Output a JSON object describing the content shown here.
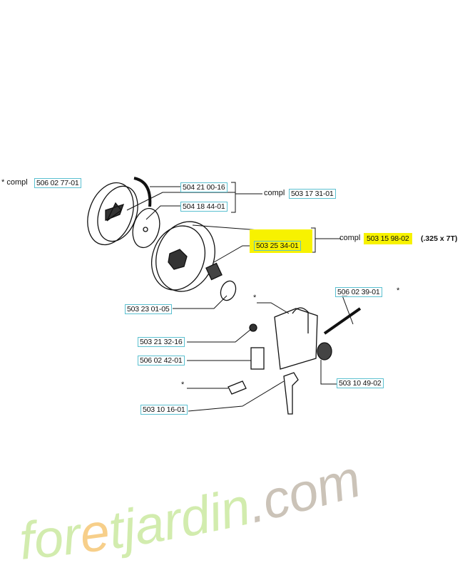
{
  "parts": {
    "clutch_compl_prefix": "* compl",
    "clutch_compl": "506 02 77-01",
    "spring": "504 21 00-16",
    "plate": "504 18 44-01",
    "group1_compl_prefix": "compl",
    "group1_compl": "503 17 31-01",
    "needle_bearing": "503 25 34-01",
    "drum_compl_prefix": "compl",
    "drum_compl": "503 15 98-02",
    "drum_spec": "(.325 x 7T)",
    "washer": "503 23 01-05",
    "worm": "506 02 39-01",
    "worm_star": "*",
    "screw": "503 21 32-16",
    "piston": "506 02 42-01",
    "gear": "503 10 49-02",
    "pin": "503 10 16-01",
    "star_pump": "*",
    "star_pin": "*"
  },
  "watermark": {
    "text_main": "for",
    "text_e": "e",
    "text_rest": "tjardin",
    "text_com": ".com"
  },
  "colors": {
    "highlight": "#f7f200",
    "label_border": "#5bc0d0",
    "wm_green": "#d2ecae",
    "wm_orange": "#f7cf8a",
    "wm_gray": "#cbc3b8"
  }
}
